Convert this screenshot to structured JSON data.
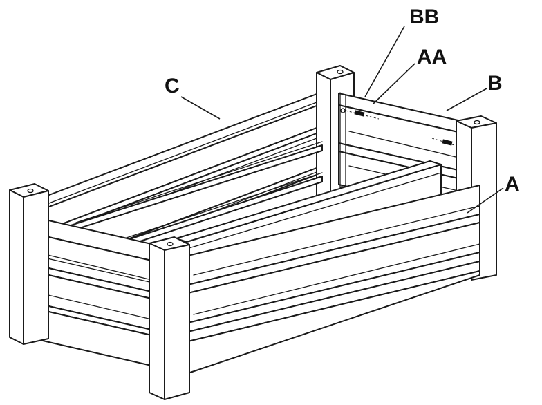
{
  "labels": {
    "c": "C",
    "bb": "BB",
    "aa": "AA",
    "b": "B",
    "a": "A"
  }
}
